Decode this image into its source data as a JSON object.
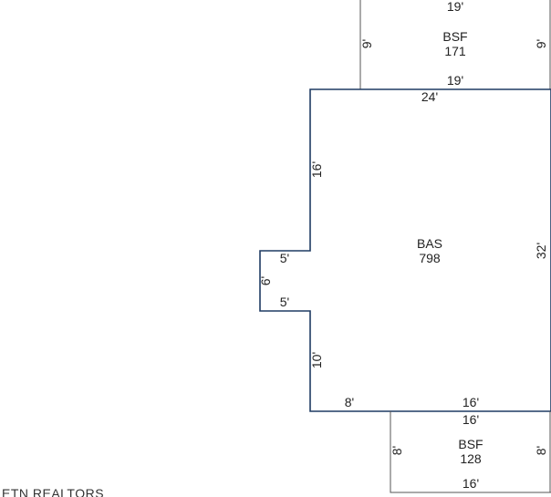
{
  "colors": {
    "main_outline": "#1f3b63",
    "secondary_outline": "#555555",
    "text": "#222222"
  },
  "areas": {
    "bsf_top": {
      "code": "BSF",
      "sqft": "171"
    },
    "bas": {
      "code": "BAS",
      "sqft": "798"
    },
    "bsf_bottom": {
      "code": "BSF",
      "sqft": "128"
    }
  },
  "dimensions": {
    "bsf_top_top": "19'",
    "bsf_top_left": "9'",
    "bsf_top_right": "9'",
    "bsf_top_bottom": "19'",
    "bas_top": "24'",
    "bas_left_upper": "16'",
    "bas_right": "32'",
    "notch_top": "5'",
    "notch_left": "6'",
    "notch_bottom": "5'",
    "bas_left_lower": "10'",
    "bas_bottom_left": "8'",
    "bas_bottom_right": "16'",
    "bsf_bottom_top": "16'",
    "bsf_bottom_left": "8'",
    "bsf_bottom_right": "8'",
    "bsf_bottom_bottom": "16'"
  },
  "watermark": "ETN REALTORS"
}
